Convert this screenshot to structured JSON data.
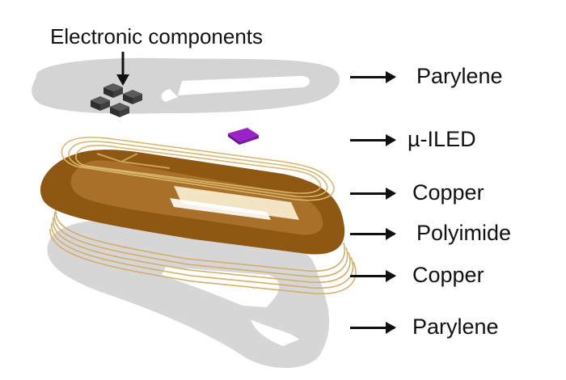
{
  "diagram": {
    "callout": {
      "text": "Electronic components"
    },
    "layers": [
      {
        "id": "parylene-top",
        "label": "Parylene",
        "color": "#d4d4d4"
      },
      {
        "id": "micro-iled",
        "label": "µ-ILED",
        "color": "#9b22c9"
      },
      {
        "id": "copper-top",
        "label": "Copper",
        "color": "#c8a25a"
      },
      {
        "id": "polyimide",
        "label": "Polyimide",
        "color": "#8a5410"
      },
      {
        "id": "copper-bottom",
        "label": "Copper",
        "color": "#d8b878"
      },
      {
        "id": "parylene-bottom",
        "label": "Parylene",
        "color": "#d4d4d4"
      }
    ],
    "component_color": "#3c3c3c"
  }
}
